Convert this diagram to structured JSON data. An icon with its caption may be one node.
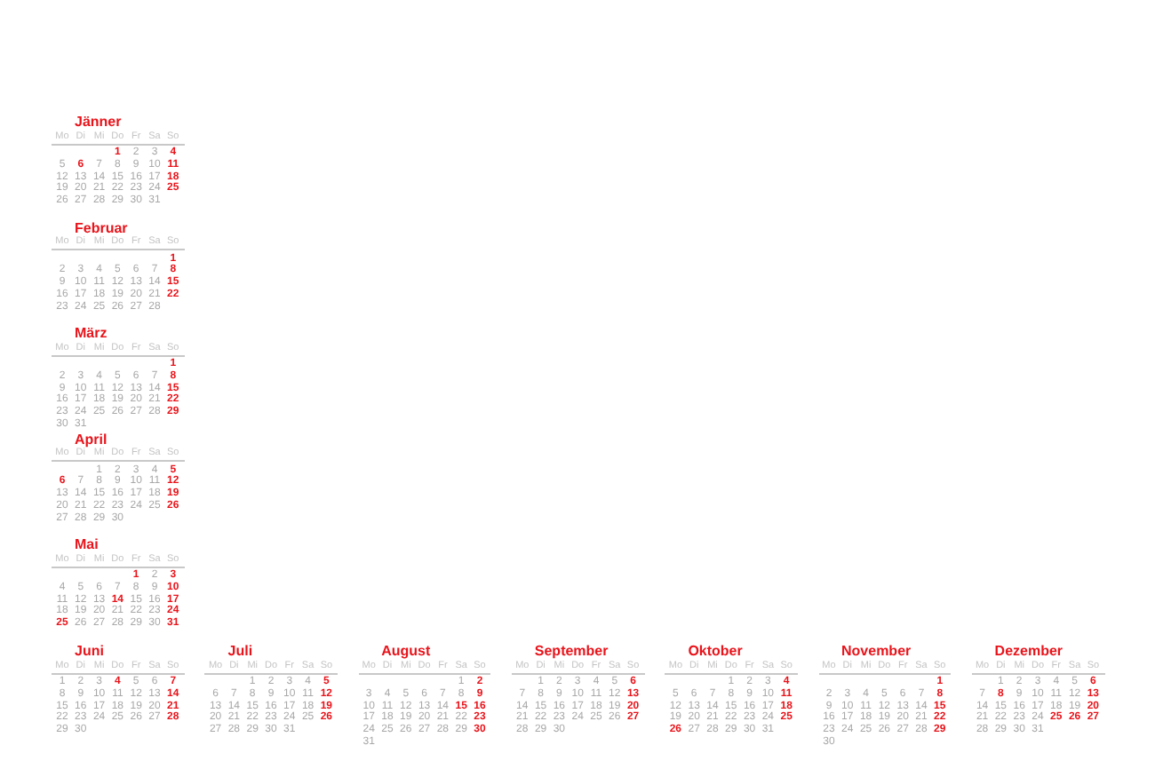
{
  "diagram": {
    "labels": [
      "Jänner",
      "Mo",
      "Di",
      "Mi",
      "Do",
      "Fr",
      "Sa",
      "So",
      "1",
      "2",
      "3",
      "4",
      "5",
      "6",
      "7",
      "8",
      "9",
      "10",
      "11",
      "12",
      "13",
      "14",
      "15",
      "16",
      "17",
      "18",
      "19",
      "20",
      "21",
      "22",
      "23",
      "24",
      "25",
      "26",
      "27",
      "28",
      "29",
      "30",
      "31",
      "Februar",
      "Mo",
      "Di",
      "Mi",
      "Do",
      "Fr",
      "Sa",
      "So",
      "1",
      "2",
      "3",
      "4",
      "5",
      "6",
      "7",
      "8",
      "9",
      "10",
      "11",
      "12",
      "13",
      "14",
      "15",
      "16",
      "17",
      "18",
      "19",
      "20",
      "21",
      "22",
      "23",
      "24",
      "25",
      "26",
      "27",
      "28",
      "März",
      "Mo",
      "Di",
      "Mi",
      "Do",
      "Fr",
      "Sa",
      "So",
      "1",
      "2",
      "3",
      "4",
      "5",
      "6",
      "7",
      "8",
      "9",
      "10",
      "11",
      "12",
      "13",
      "14",
      "15",
      "16",
      "17",
      "18",
      "19",
      "20",
      "21",
      "22",
      "23",
      "24",
      "25",
      "26",
      "27",
      "28",
      "29",
      "30",
      "31",
      "April",
      "Mo",
      "Di",
      "Mi",
      "Do",
      "Fr",
      "Sa",
      "So",
      "1",
      "2",
      "3",
      "4",
      "5",
      "6",
      "7",
      "8",
      "9",
      "10",
      "11",
      "12",
      "13",
      "14",
      "15",
      "16",
      "17",
      "18",
      "19",
      "20",
      "21",
      "22",
      "23",
      "24",
      "25",
      "26",
      "27",
      "28",
      "29",
      "30",
      "Mai",
      "Mo",
      "Di",
      "Mi",
      "Do",
      "Fr",
      "Sa",
      "So",
      "1",
      "2",
      "3",
      "4",
      "5",
      "6",
      "7",
      "8",
      "9",
      "10",
      "11",
      "12",
      "13",
      "14",
      "15",
      "16",
      "17",
      "18",
      "19",
      "20",
      "21",
      "22",
      "23",
      "24",
      "25",
      "26",
      "27",
      "28",
      "29",
      "30",
      "31",
      "Juni",
      "Mo",
      "Di",
      "Mi",
      "Do",
      "Fr",
      "Sa",
      "So",
      "1",
      "2",
      "3",
      "4",
      "5",
      "6",
      "7",
      "8",
      "9",
      "10",
      "11",
      "12",
      "13",
      "14",
      "15",
      "16",
      "17",
      "18",
      "19",
      "20",
      "21",
      "22",
      "23",
      "24",
      "25",
      "26",
      "27",
      "28",
      "29",
      "30",
      "Juli",
      "Mo",
      "Di",
      "Mi",
      "Do",
      "Fr",
      "Sa",
      "So",
      "1",
      "2",
      "3",
      "4",
      "5",
      "6",
      "7",
      "8",
      "9",
      "10",
      "11",
      "12",
      "13",
      "14",
      "15",
      "16",
      "17",
      "18",
      "19",
      "20",
      "21",
      "22",
      "23",
      "24",
      "25",
      "26",
      "27",
      "28",
      "29",
      "30",
      "31",
      "August",
      "Mo",
      "Di",
      "Mi",
      "Do",
      "Fr",
      "Sa",
      "So",
      "1",
      "2",
      "3",
      "4",
      "5",
      "6",
      "7",
      "8",
      "9",
      "10",
      "11",
      "12",
      "13",
      "14",
      "15",
      "16",
      "17",
      "18",
      "19",
      "20",
      "21",
      "22",
      "23",
      "24",
      "25",
      "26",
      "27",
      "28",
      "29",
      "30",
      "31",
      "September",
      "Mo",
      "Di",
      "Mi",
      "Do",
      "Fr",
      "Sa",
      "So",
      "1",
      "2",
      "3",
      "4",
      "5",
      "6",
      "7",
      "8",
      "9",
      "10",
      "11",
      "12",
      "13",
      "14",
      "15",
      "16",
      "17",
      "18",
      "19",
      "20",
      "21",
      "22",
      "23",
      "24",
      "25",
      "26",
      "27",
      "28",
      "29",
      "30",
      "Oktober",
      "Mo",
      "Di",
      "Mi",
      "Do",
      "Fr",
      "Sa",
      "So",
      "1",
      "2",
      "3",
      "4",
      "5",
      "6",
      "7",
      "8",
      "9",
      "10",
      "11",
      "12",
      "13",
      "14",
      "15",
      "16",
      "17",
      "18",
      "19",
      "20",
      "21",
      "22",
      "23",
      "24",
      "25",
      "26",
      "27",
      "28",
      "29",
      "30",
      "31",
      "November",
      "Mo",
      "Di",
      "Mi",
      "Do",
      "Fr",
      "Sa",
      "So",
      "1",
      "2",
      "3",
      "4",
      "5",
      "6",
      "7",
      "8",
      "9",
      "10",
      "11",
      "12",
      "13",
      "14",
      "15",
      "16",
      "17",
      "18",
      "19",
      "20",
      "21",
      "22",
      "23",
      "24",
      "25",
      "26",
      "27",
      "28",
      "29",
      "30",
      "Dezember",
      "Mo",
      "Di",
      "Mi",
      "Do",
      "Fr",
      "Sa",
      "So",
      "1",
      "2",
      "3",
      "4",
      "5",
      "6",
      "7",
      "8",
      "9",
      "10",
      "11",
      "12",
      "13",
      "14",
      "15",
      "16",
      "17",
      "18",
      "19",
      "20",
      "21",
      "22",
      "23",
      "24",
      "25",
      "26",
      "27",
      "28",
      "29",
      "30",
      "31"
    ]
  }
}
